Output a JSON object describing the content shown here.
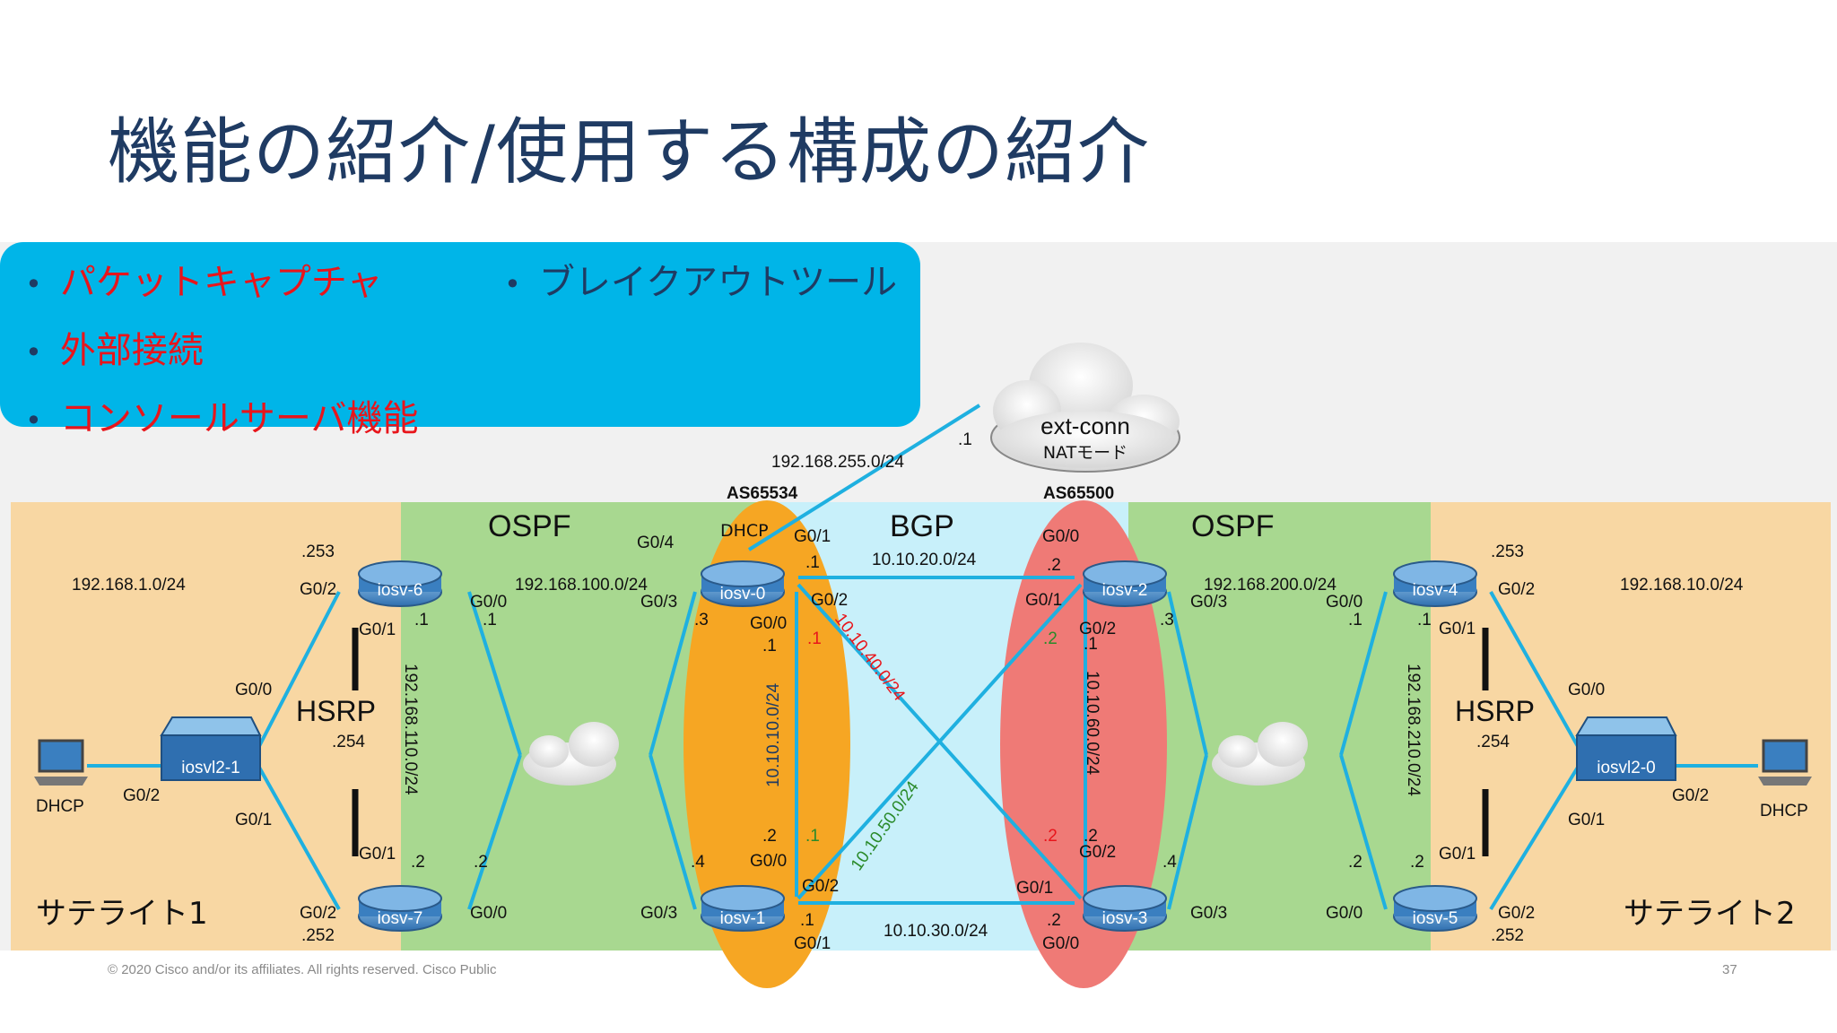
{
  "title": "機能の紹介/使用する構成の紹介",
  "features": {
    "packet_capture": "パケットキャプチャ",
    "external": "外部接続",
    "console": "コンソールサーバ機能",
    "breakout": "ブレイクアウトツール"
  },
  "colors": {
    "title": "#1f3b63",
    "feature_box": "#00b5e8",
    "highlight": "#e8151b",
    "satellite": "#f8d7a3",
    "ospf": "#a8d890",
    "bgp": "#c8f0fa",
    "as65534": "#f6a623",
    "as65500": "#ef7a76",
    "link": "#1fb0e0"
  },
  "cloud": {
    "name": "ext-conn",
    "mode": "NATモード",
    "net": "192.168.255.0/24",
    "ip": ".1"
  },
  "zones": {
    "ospf_left": "OSPF",
    "ospf_right": "OSPF",
    "bgp": "BGP",
    "hsrp_left": "HSRP",
    "hsrp_right": "HSRP",
    "sat1": "サテライト1",
    "sat2": "サテライト2",
    "as_left": "AS65534",
    "as_right": "AS65500",
    "dhcp_core": "DHCP"
  },
  "devices": {
    "iosv0": "iosv-0",
    "iosv1": "iosv-1",
    "iosv2": "iosv-2",
    "iosv3": "iosv-3",
    "iosv4": "iosv-4",
    "iosv5": "iosv-5",
    "iosv6": "iosv-6",
    "iosv7": "iosv-7",
    "l2_1": "iosvl2-1",
    "l2_0": "iosvl2-0",
    "pc_left": "DHCP",
    "pc_right": "DHCP"
  },
  "networks": {
    "n1": "192.168.1.0/24",
    "n10": "192.168.10.0/24",
    "n100": "192.168.100.0/24",
    "n200": "192.168.200.0/24",
    "n110": "192.168.110.0/24",
    "n210": "192.168.210.0/24",
    "n20": "10.10.20.0/24",
    "n30": "10.10.30.0/24",
    "n10_10": "10.10.10.0/24",
    "n60": "10.10.60.0/24",
    "n40": "10.10.40.0/24",
    "n50": "10.10.50.0/24"
  },
  "ports": {
    "g00": "G0/0",
    "g01": "G0/1",
    "g02": "G0/2",
    "g03": "G0/3",
    "g04": "G0/4"
  },
  "hosts": {
    "h1": ".1",
    "h2": ".2",
    "h3": ".3",
    "h4": ".4",
    "h253": ".253",
    "h252": ".252",
    "h254": ".254"
  },
  "footer": "© 2020 Cisco and/or its affiliates. All rights reserved.   Cisco Public",
  "page_number": "37"
}
